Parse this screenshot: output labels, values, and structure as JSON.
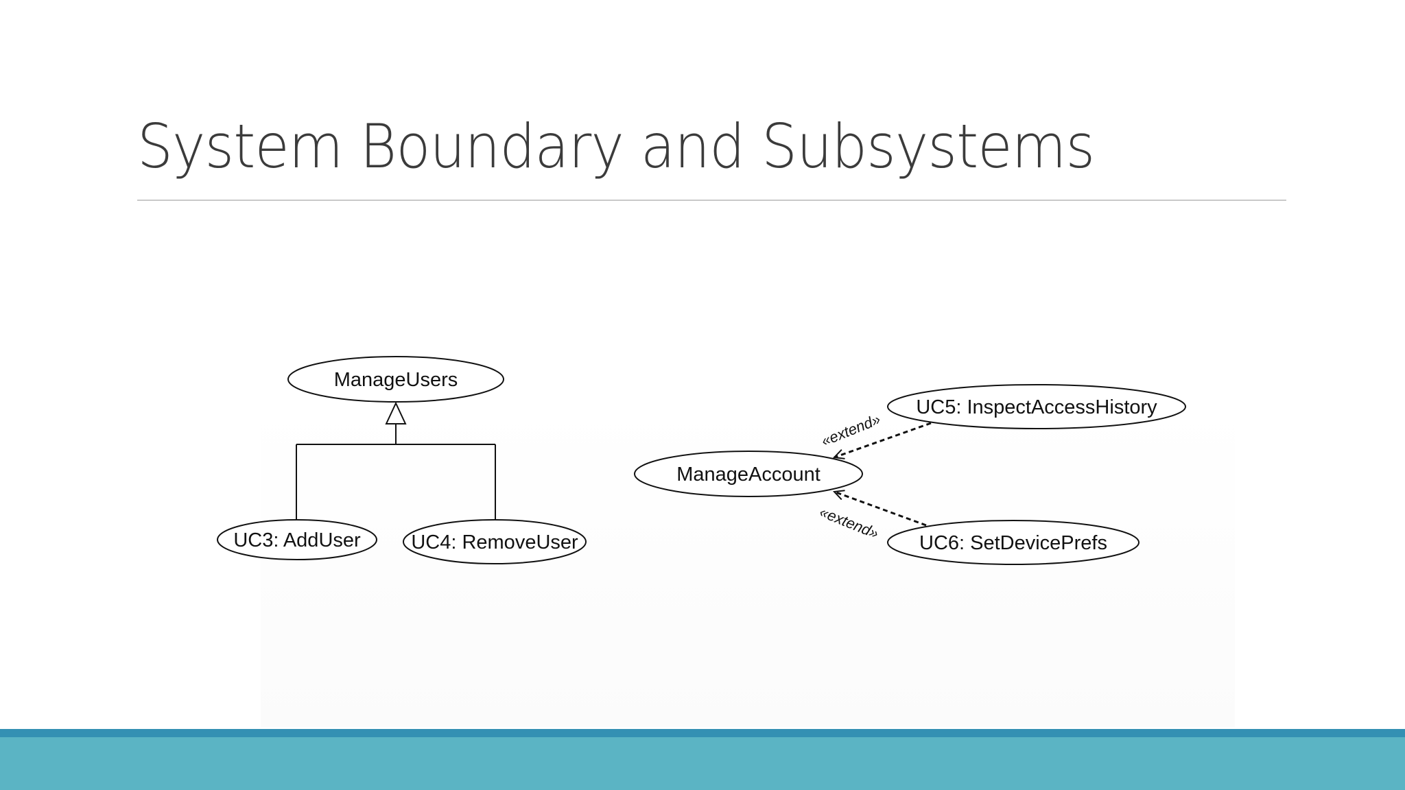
{
  "slide": {
    "title": "System Boundary and Subsystems"
  },
  "diagram": {
    "use_cases": {
      "manage_users": "ManageUsers",
      "add_user": "UC3: AddUser",
      "remove_user": "UC4: RemoveUser",
      "manage_account": "ManageAccount",
      "inspect_access_history": "UC5: InspectAccessHistory",
      "set_device_prefs": "UC6: SetDevicePrefs"
    },
    "relations": {
      "extend_top": "«extend»",
      "extend_bottom": "«extend»"
    }
  },
  "colors": {
    "footer_band": "#5bb4c4",
    "footer_line": "#3490b3",
    "title_text": "#3b3b3b"
  }
}
